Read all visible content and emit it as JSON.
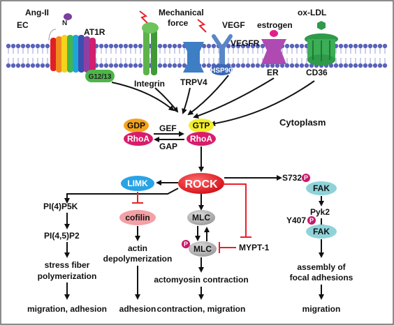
{
  "compartments": {
    "cell": "EC",
    "cytoplasm": "Cytoplasm"
  },
  "receptors": {
    "angII": "Ang-II",
    "at1r": "AT1R",
    "g1213": "G12/13",
    "mech_force": "Mechanical force",
    "integrin": "Integrin",
    "trpv4": "TRPV4",
    "vegf": "VEGF",
    "vegfr": "VEGFR",
    "hsp90": "HSP90",
    "estrogen": "estrogen",
    "er": "ER",
    "oxldl": "ox-LDL",
    "cd36": "CD36"
  },
  "gtpase": {
    "gdp": "GDP",
    "gtp": "GTP",
    "rhoa": "RhoA",
    "gef": "GEF",
    "gap": "GAP"
  },
  "rock": "ROCK",
  "phospho": "P",
  "path_left": {
    "pi4p5k": "PI(4)P5K",
    "pip2": "PI(4,5)P2",
    "stress_fiber": [
      "stress fiber",
      "polymerization"
    ],
    "outcome": "migration, adhesion"
  },
  "path_limk": {
    "limk": "LIMK",
    "cofilin": "cofilin",
    "actin": [
      "actin",
      "depolymerization"
    ],
    "outcome": "adhesion"
  },
  "path_mlc": {
    "mlc": "MLC",
    "mypt1": "MYPT-1",
    "actomyosin": "actomyosin contraction",
    "outcome": "contraction, migration"
  },
  "path_fak": {
    "s732": "S732",
    "fak": "FAK",
    "pyk2": "Pyk2",
    "y407": "Y407",
    "assembly": [
      "assembly of",
      "focal adhesions"
    ],
    "outcome": "migration"
  },
  "colors": {
    "rock": "#e8202a",
    "inhibit": "#e8202a",
    "phospho": "#c8186a",
    "gdp": "#f6a21b",
    "gtp": "#f4ee2c",
    "rhoa": "#d91c6b",
    "limk": "#2aa3e6",
    "cofilin": "#f3a0a6",
    "mlc": "#b9b9b9",
    "fak": "#8fd3d9",
    "membrane": "#5a63b8",
    "integrin": "#5cb34a",
    "trpv4": "#3e7ec4",
    "vegfr": "#5a86c8",
    "hsp90": "#3a67b7",
    "er": "#b04ab3",
    "cd36": "#2e9a4a"
  }
}
